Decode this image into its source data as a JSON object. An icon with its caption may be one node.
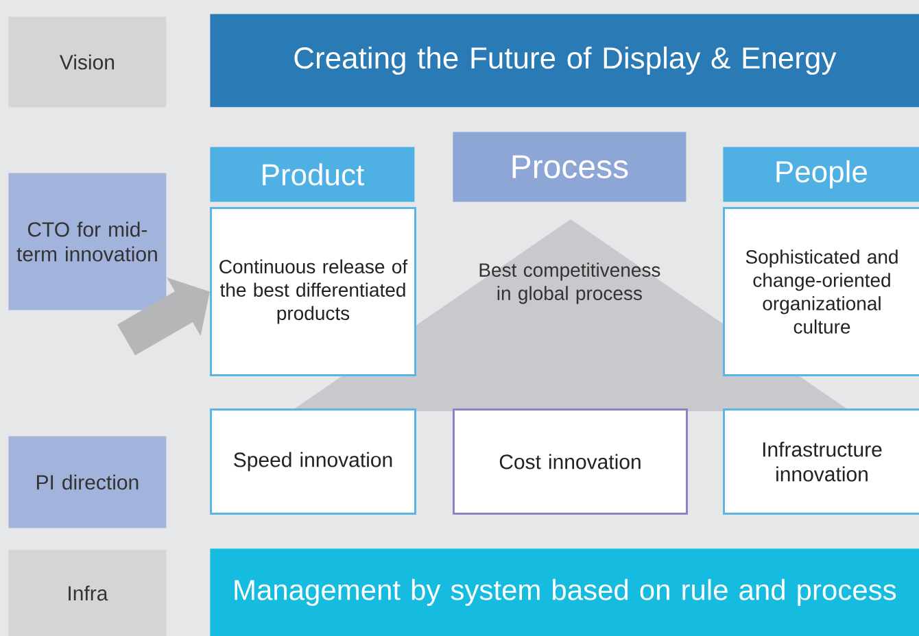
{
  "diagram": {
    "nodes": [
      {
        "text": [
          "Vision"
        ]
      },
      {
        "text": [
          "Creating the Future of Display & Energy"
        ]
      },
      {
        "text": [
          "CTO for mid-term innovation"
        ]
      },
      {
        "text": [
          "Product"
        ]
      },
      {
        "text": [
          "Continuous release of the best differentiated products"
        ]
      },
      {
        "text": [
          "Process"
        ]
      },
      {
        "text": [
          "Best competitiveness in global process"
        ]
      },
      {
        "text": [
          "People"
        ]
      },
      {
        "text": [
          "Sophisticated and change-oriented organizational culture"
        ]
      },
      {
        "text": [
          "PI direction"
        ]
      },
      {
        "text": [
          "Speed innovation"
        ]
      },
      {
        "text": [
          "Cost innovation"
        ]
      },
      {
        "text": [
          "Infrastructure innovation"
        ]
      },
      {
        "text": [
          "Infra"
        ]
      },
      {
        "text": [
          "Management by system based on rule and process"
        ]
      }
    ],
    "edges": [
      {
        "from": null,
        "to": 4,
        "arrow": "to"
      }
    ]
  }
}
